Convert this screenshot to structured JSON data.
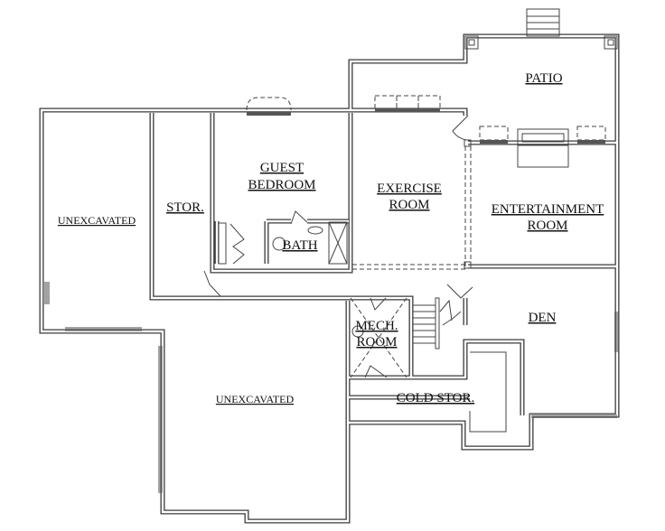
{
  "plan": {
    "rooms": {
      "patio": "PATIO",
      "guest_bedroom": [
        "GUEST",
        "BEDROOM"
      ],
      "exercise_room": [
        "EXERCISE",
        "ROOM"
      ],
      "entertainment_room": [
        "ENTERTAINMENT",
        "ROOM"
      ],
      "storage": "STOR.",
      "unexcavated_left": "UNEXCAVATED",
      "bath": "BATH",
      "mech_room": [
        "MECH.",
        "ROOM"
      ],
      "den": "DEN",
      "unexcavated_bottom": "UNEXCAVATED",
      "cold_storage": "COLD STOR."
    }
  }
}
